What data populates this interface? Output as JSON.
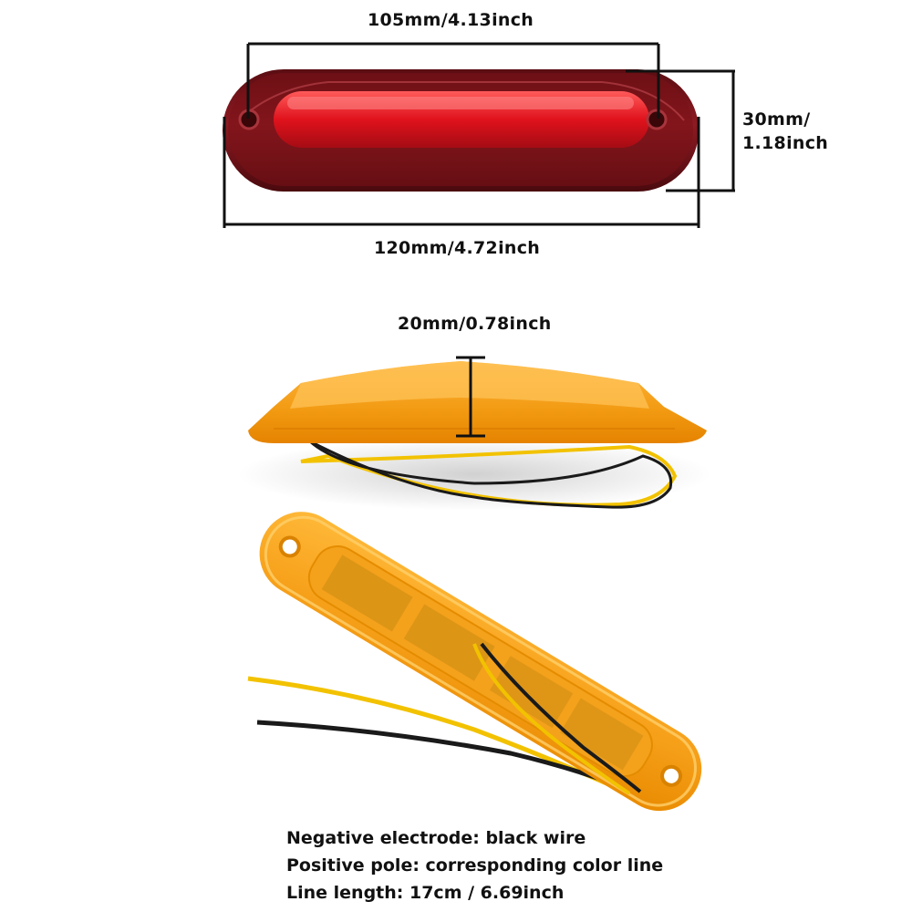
{
  "dimensions": {
    "length_between_holes": "105mm/4.13inch",
    "overall_length": "120mm/4.72inch",
    "width_line1": "30mm/",
    "width_line2": "1.18inch",
    "height": "20mm/0.78inch"
  },
  "notes": {
    "negative": "Negative electrode: black wire",
    "positive": "Positive pole: corresponding color line",
    "line_length": "Line length: 17cm / 6.69inch"
  },
  "colors": {
    "red_lens": "#d81420",
    "red_housing": "#7a1218",
    "amber_lens": "#f5a31a",
    "amber_dark": "#e08a00",
    "wire_black": "#1a1a1a",
    "wire_yellow": "#f2c200"
  }
}
